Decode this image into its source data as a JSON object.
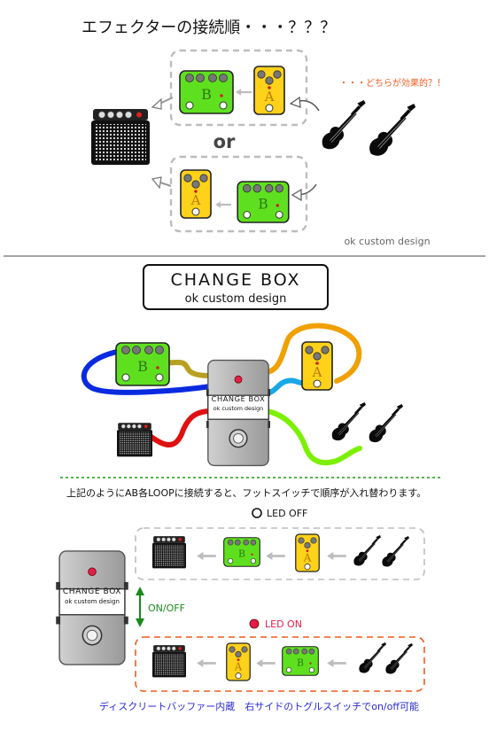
{
  "top": {
    "title": "エフェクターの接続順・・・？？？",
    "question": "・・・どちらが効果的？！",
    "or_label": "or",
    "credit": "ok custom design",
    "pedal_a": "A",
    "pedal_b": "B"
  },
  "logo": {
    "line1": "CHANGE BOX",
    "line2": "ok custom design"
  },
  "device": {
    "label1": "CHANGE BOX",
    "label2": "ok custom design"
  },
  "explain": {
    "text": "上記のようにAB各LOOPに接続すると、フットスイッチで順序が入れ替わります。",
    "led_off": "LED OFF",
    "led_on": "LED ON",
    "onoff": "ON/OFF",
    "footer": "ディスクリートバッファー内蔵　右サイドのトグルスイッチでon/off可能"
  },
  "colors": {
    "green_pedal": "#5fe01f",
    "yellow_pedal": "#ffd21a",
    "cable_blue": "#0a2ae0",
    "cable_orange": "#f0a000",
    "cable_red": "#e01010",
    "cable_green": "#7cf000",
    "cable_cyan": "#19a8e6",
    "cable_olive": "#b8a020",
    "led_red": "#e0204a",
    "footer_blue": "#2a2ad6",
    "onoff_green": "#1a8a1a",
    "dash_orange": "#f05a1e"
  }
}
